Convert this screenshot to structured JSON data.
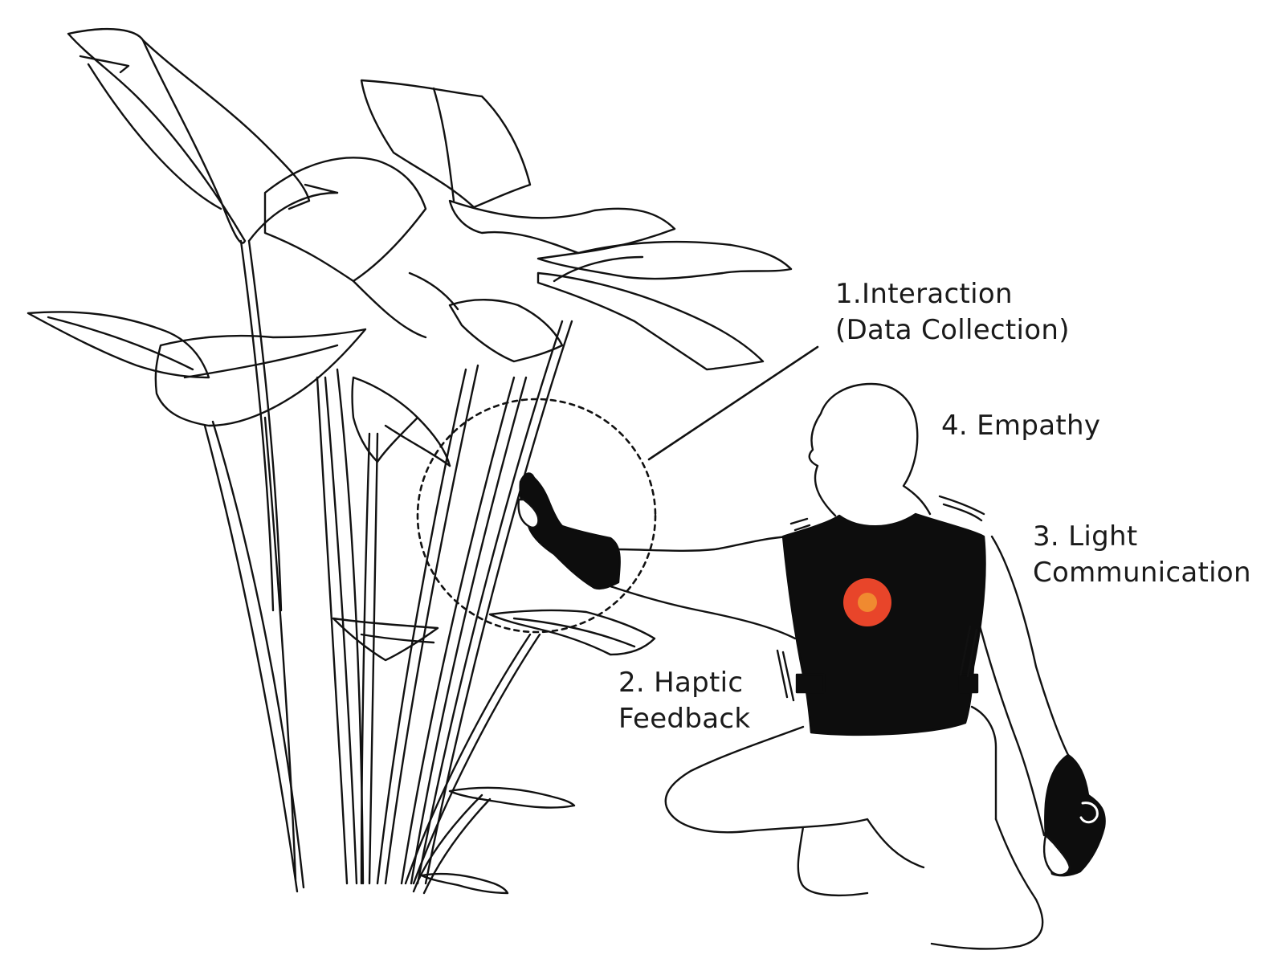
{
  "labels": {
    "interaction": {
      "line1": "1.Interaction",
      "line2": "(Data Collection)"
    },
    "empathy": {
      "line1": "4. Empathy"
    },
    "light": {
      "line1": "3. Light",
      "line2": "Communication"
    },
    "haptic": {
      "line1": "2. Haptic",
      "line2": "Feedback"
    }
  },
  "colors": {
    "stroke": "#111111",
    "vest": "#0d0d0d",
    "light_outer": "#e8452a",
    "light_inner": "#f08a30",
    "background": "#ffffff"
  }
}
